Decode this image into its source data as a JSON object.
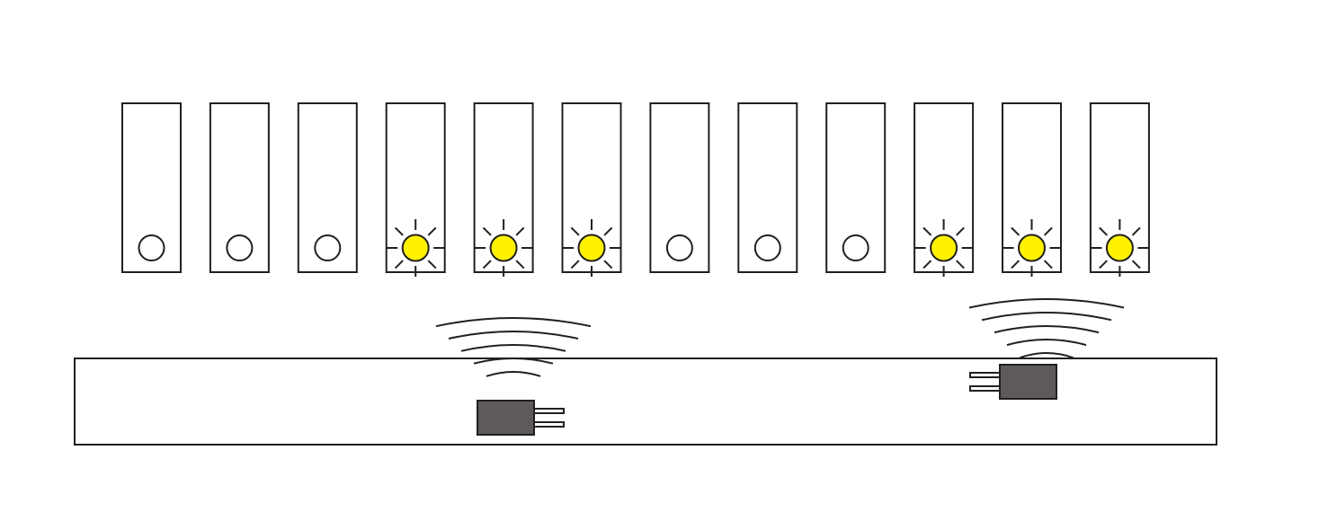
{
  "diagram": {
    "colors": {
      "stroke": "#231f20",
      "background": "#ffffff",
      "lit_bulb": "#fff200",
      "transmitter_fill": "#5e5a5b"
    },
    "slots": [
      {
        "bulb": "off"
      },
      {
        "bulb": "off"
      },
      {
        "bulb": "off"
      },
      {
        "bulb": "lit"
      },
      {
        "bulb": "lit"
      },
      {
        "bulb": "lit"
      },
      {
        "bulb": "off"
      },
      {
        "bulb": "off"
      },
      {
        "bulb": "off"
      },
      {
        "bulb": "lit"
      },
      {
        "bulb": "lit"
      },
      {
        "bulb": "lit"
      }
    ],
    "transmitters": [
      {
        "icon": "plug-transmitter-icon",
        "prongs": "right",
        "wave_arcs": 5
      },
      {
        "icon": "plug-transmitter-icon",
        "prongs": "left",
        "wave_arcs": 5
      }
    ]
  }
}
